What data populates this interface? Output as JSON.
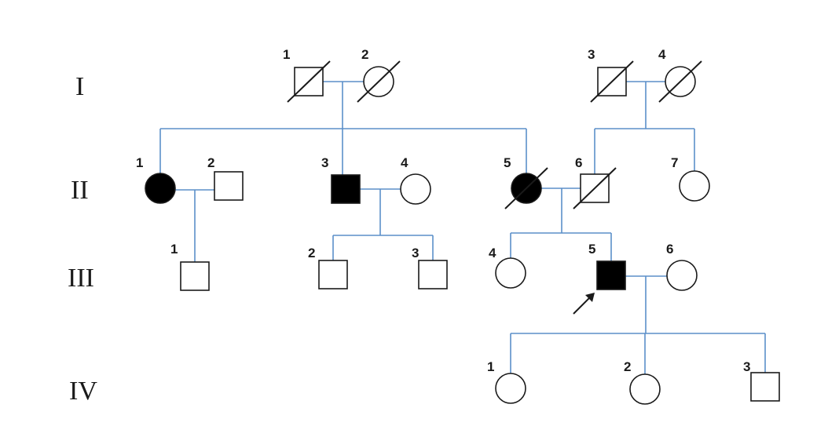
{
  "generation_labels": [
    "I",
    "II",
    "III",
    "IV"
  ],
  "individuals": {
    "I-1": {
      "number": "1",
      "sex": "male",
      "affected": false,
      "deceased": true
    },
    "I-2": {
      "number": "2",
      "sex": "female",
      "affected": false,
      "deceased": true
    },
    "I-3": {
      "number": "3",
      "sex": "male",
      "affected": false,
      "deceased": true
    },
    "I-4": {
      "number": "4",
      "sex": "female",
      "affected": false,
      "deceased": true
    },
    "II-1": {
      "number": "1",
      "sex": "female",
      "affected": true,
      "deceased": false
    },
    "II-2": {
      "number": "2",
      "sex": "male",
      "affected": false,
      "deceased": false
    },
    "II-3": {
      "number": "3",
      "sex": "male",
      "affected": true,
      "deceased": false
    },
    "II-4": {
      "number": "4",
      "sex": "female",
      "affected": false,
      "deceased": false
    },
    "II-5": {
      "number": "5",
      "sex": "female",
      "affected": true,
      "deceased": true
    },
    "II-6": {
      "number": "6",
      "sex": "male",
      "affected": false,
      "deceased": true
    },
    "II-7": {
      "number": "7",
      "sex": "female",
      "affected": false,
      "deceased": false
    },
    "III-1": {
      "number": "1",
      "sex": "male",
      "affected": false,
      "deceased": false
    },
    "III-2": {
      "number": "2",
      "sex": "male",
      "affected": false,
      "deceased": false
    },
    "III-3": {
      "number": "3",
      "sex": "male",
      "affected": false,
      "deceased": false
    },
    "III-4": {
      "number": "4",
      "sex": "female",
      "affected": false,
      "deceased": false
    },
    "III-5": {
      "number": "5",
      "sex": "male",
      "affected": true,
      "deceased": false,
      "proband": true
    },
    "III-6": {
      "number": "6",
      "sex": "female",
      "affected": false,
      "deceased": false
    },
    "IV-1": {
      "number": "1",
      "sex": "female",
      "affected": false,
      "deceased": false
    },
    "IV-2": {
      "number": "2",
      "sex": "female",
      "affected": false,
      "deceased": false
    },
    "IV-3": {
      "number": "3",
      "sex": "male",
      "affected": false,
      "deceased": false
    }
  },
  "colors": {
    "line": "#5b8fc9",
    "outline": "#1a1a1a",
    "affected_fill": "#000000"
  }
}
